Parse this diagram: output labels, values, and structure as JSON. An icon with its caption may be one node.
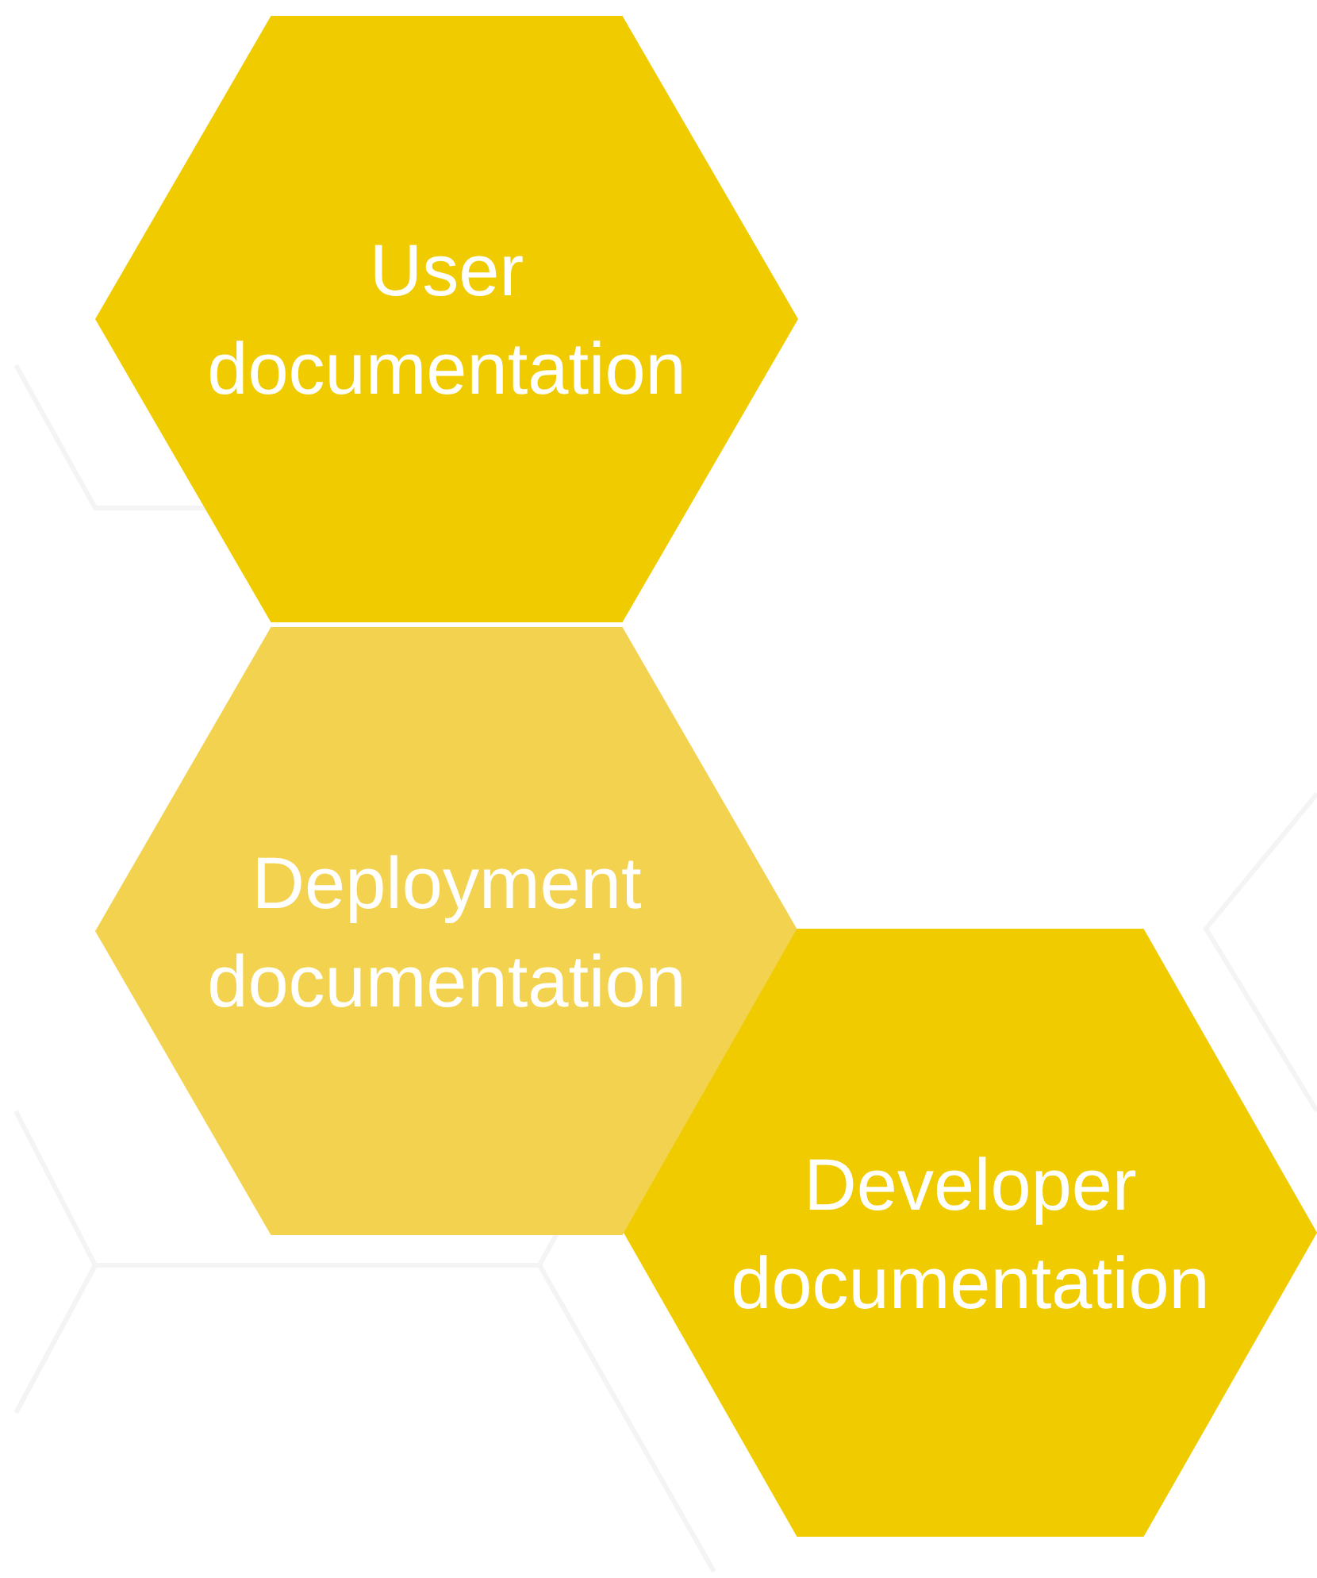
{
  "diagram": {
    "nodes": [
      {
        "text": [
          "User documentation"
        ]
      },
      {
        "text": [
          "Deployment documentation"
        ]
      },
      {
        "text": [
          "Developer documentation"
        ]
      }
    ],
    "edges": []
  }
}
